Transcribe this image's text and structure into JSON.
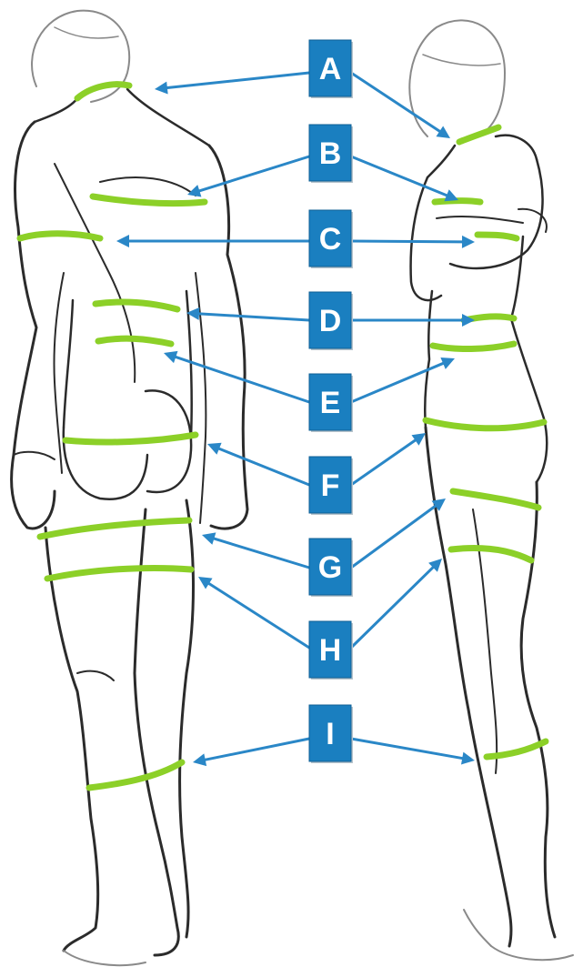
{
  "colors": {
    "label_box": "#1a7fc0",
    "label_box_edge": "#0f5f94",
    "arrow": "#2a87c7",
    "band": "#8cd028",
    "sketch": "#2b2b2b"
  },
  "figures": [
    "male-back-view",
    "female-three-quarter-view"
  ],
  "labels": [
    {
      "id": "A",
      "text": "A",
      "targets": [
        "neck"
      ]
    },
    {
      "id": "B",
      "text": "B",
      "targets": [
        "chest"
      ]
    },
    {
      "id": "C",
      "text": "C",
      "targets": [
        "upper-arm"
      ]
    },
    {
      "id": "D",
      "text": "D",
      "targets": [
        "waist"
      ]
    },
    {
      "id": "E",
      "text": "E",
      "targets": [
        "lower-waist"
      ]
    },
    {
      "id": "F",
      "text": "F",
      "targets": [
        "hips"
      ]
    },
    {
      "id": "G",
      "text": "G",
      "targets": [
        "upper-thigh"
      ]
    },
    {
      "id": "H",
      "text": "H",
      "targets": [
        "mid-thigh"
      ]
    },
    {
      "id": "I",
      "text": "I",
      "targets": [
        "calf"
      ]
    }
  ]
}
